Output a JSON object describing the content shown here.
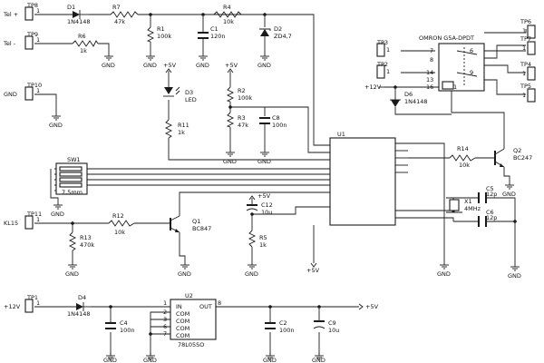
{
  "test_points": {
    "tp8": {
      "name": "TP8",
      "pin": "1",
      "net": "Tel +"
    },
    "tp9": {
      "name": "TP9",
      "pin": "1",
      "net": "Tel -"
    },
    "tp10": {
      "name": "TP10",
      "pin": "1",
      "net": "GND"
    },
    "tp11": {
      "name": "TP11",
      "pin": "1",
      "net": "KL15"
    },
    "tp1": {
      "name": "TP1",
      "pin": "1",
      "net": "+12V"
    },
    "tp2": {
      "name": "TP2",
      "pin": "1"
    },
    "tp3": {
      "name": "TP3",
      "pin": "1"
    },
    "tp4": {
      "name": "TP4",
      "pin": "1"
    },
    "tp5": {
      "name": "TP5",
      "pin": "1"
    },
    "tp6": {
      "name": "TP6",
      "pin": "1"
    },
    "tp7": {
      "name": "TP7",
      "pin": "1"
    }
  },
  "components": {
    "d1": {
      "ref": "D1",
      "value": "1N4148"
    },
    "r7": {
      "ref": "R7",
      "value": "47k"
    },
    "r1": {
      "ref": "R1",
      "value": "100k"
    },
    "c1": {
      "ref": "C1",
      "value": "120n"
    },
    "r4": {
      "ref": "R4",
      "value": "10k"
    },
    "d2": {
      "ref": "D2",
      "value": "ZD4,7"
    },
    "r6": {
      "ref": "R6",
      "value": "1k"
    },
    "d3": {
      "ref": "D3",
      "value": "LED"
    },
    "r11": {
      "ref": "R11",
      "value": "1k"
    },
    "r2": {
      "ref": "R2",
      "value": "100k"
    },
    "r3": {
      "ref": "R3",
      "value": "47k"
    },
    "c8": {
      "ref": "C8",
      "value": "100n"
    },
    "sw1": {
      "ref": "SW1",
      "value": "7,5mm"
    },
    "u1": {
      "ref": "U1"
    },
    "r14": {
      "ref": "R14",
      "value": "10k"
    },
    "q2": {
      "ref": "Q2",
      "value": "BC247"
    },
    "relay": {
      "label": "OMRON G5A-DPDT",
      "pins": [
        "7",
        "8",
        "6",
        "14",
        "13",
        "9",
        "16",
        "1"
      ]
    },
    "d6": {
      "ref": "D6",
      "value": "1N4148"
    },
    "r12": {
      "ref": "R12",
      "value": "10k"
    },
    "q1": {
      "ref": "Q1",
      "value": "BC847"
    },
    "r13": {
      "ref": "R13",
      "value": "470k"
    },
    "c12": {
      "ref": "C12",
      "value": "10u"
    },
    "r5": {
      "ref": "R5",
      "value": "1k"
    },
    "x1": {
      "ref": "X1",
      "value": "4MHz"
    },
    "c5": {
      "ref": "C5",
      "value": "12p"
    },
    "c6": {
      "ref": "C6",
      "value": "12p"
    },
    "d4": {
      "ref": "D4",
      "value": "1N4148"
    },
    "u2": {
      "ref": "U2",
      "value": "78L05SO",
      "pin_in": "IN",
      "pin_out": "OUT",
      "pin_com": "COM",
      "pin1": "1",
      "pin8": "8",
      "pins_com": [
        "2",
        "3",
        "6",
        "7"
      ]
    },
    "c4": {
      "ref": "C4",
      "value": "100n"
    },
    "c2": {
      "ref": "C2",
      "value": "100n"
    },
    "c9": {
      "ref": "C9",
      "value": "10u"
    }
  },
  "nets": {
    "gnd": "GND",
    "plus5v": "+5V",
    "plus12v": "+12V"
  }
}
